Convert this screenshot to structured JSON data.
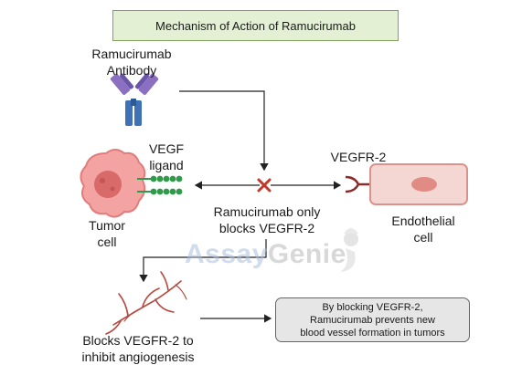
{
  "title": "Mechanism of Action of Ramucirumab",
  "labels": {
    "antibody": [
      "Ramucirumab",
      "Antibody"
    ],
    "vegf_ligand": [
      "VEGF",
      "ligand"
    ],
    "vegfr2": "VEGFR-2",
    "tumor_cell": [
      "Tumor",
      "cell"
    ],
    "endothelial_cell": [
      "Endothelial",
      "cell"
    ],
    "blocks": [
      "Ramucirumab only",
      "blocks VEGFR-2"
    ],
    "angiogenesis": [
      "Blocks VEGFR-2 to",
      "inhibit angiogenesis"
    ]
  },
  "note": [
    "By blocking VEGFR-2,",
    "Ramucirumab prevents new",
    "blood vessel formation in tumors"
  ],
  "watermark": {
    "part1": "Assay",
    "part2": "Genie"
  },
  "colors": {
    "title_bg": "#e3f0d4",
    "tumor_cell": "#f08a8a",
    "endothelial_cell": "#f2d2cf",
    "ligand": "#2f9a49",
    "block_x": "#c0392b",
    "vessels": "#b8483e",
    "antibody_purple": "#8b6fc0",
    "antibody_blue": "#3f71b6"
  },
  "icons": [
    "antibody-icon",
    "tumor-cell-icon",
    "endothelial-cell-icon",
    "vegf-ligand-icon",
    "vegfr2-receptor-icon",
    "block-x-icon",
    "blood-vessels-icon",
    "genie-logo-icon"
  ]
}
